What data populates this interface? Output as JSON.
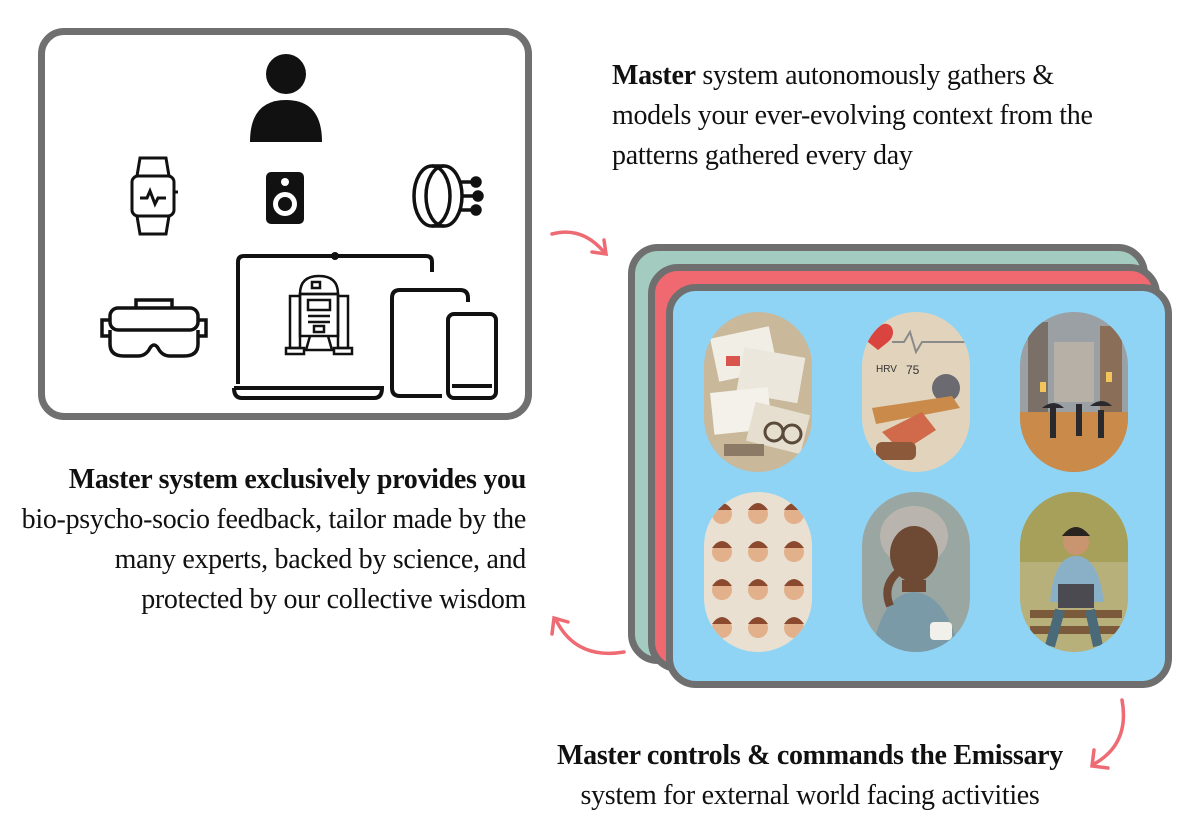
{
  "captions": {
    "top": {
      "bold": "Master",
      "rest": " system autonomously gathers & models your ever-evolving context from the patterns gathered every day"
    },
    "left": {
      "bold": "Master system exclusively provides you",
      "rest": "bio-psycho-socio feedback, tailor made by the many experts, backed by science, and protected by our collective wisdom"
    },
    "bottom": {
      "bold": "Master controls & commands the Emissary",
      "rest": "system for external world facing activities"
    }
  },
  "devices": [
    "person-icon",
    "smartwatch-icon",
    "smart-speaker-icon",
    "smart-ring-icon",
    "vr-headset-icon",
    "laptop-icon",
    "robot-icon",
    "tablet-icon",
    "smartphone-icon"
  ],
  "tiles": [
    {
      "name": "documents-tile"
    },
    {
      "name": "fitness-tile",
      "label": "HRV",
      "value": "75"
    },
    {
      "name": "city-rain-tile"
    },
    {
      "name": "faces-grid-tile"
    },
    {
      "name": "elderly-woman-tile"
    },
    {
      "name": "laptop-park-tile"
    }
  ],
  "colors": {
    "arrow": "#ee6b74",
    "frame": "#707070",
    "card_back": "#a3cbc0",
    "card_mid": "#f06870",
    "card_front": "#8fd4f4"
  }
}
